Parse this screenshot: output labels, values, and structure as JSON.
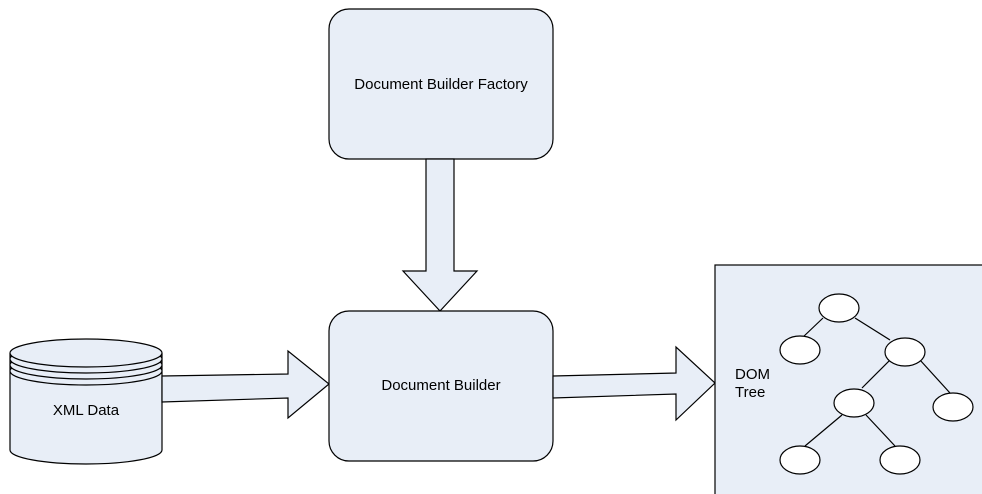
{
  "nodes": {
    "factory": {
      "label": "Document Builder Factory"
    },
    "builder": {
      "label": "Document Builder"
    },
    "xml_data": {
      "label": "XML Data"
    },
    "dom_tree": {
      "label_line1": "DOM",
      "label_line2": "Tree"
    }
  },
  "colors": {
    "box_fill": "#e8eef7",
    "stroke": "#000000",
    "dom_panel_fill": "#e8eef7"
  }
}
